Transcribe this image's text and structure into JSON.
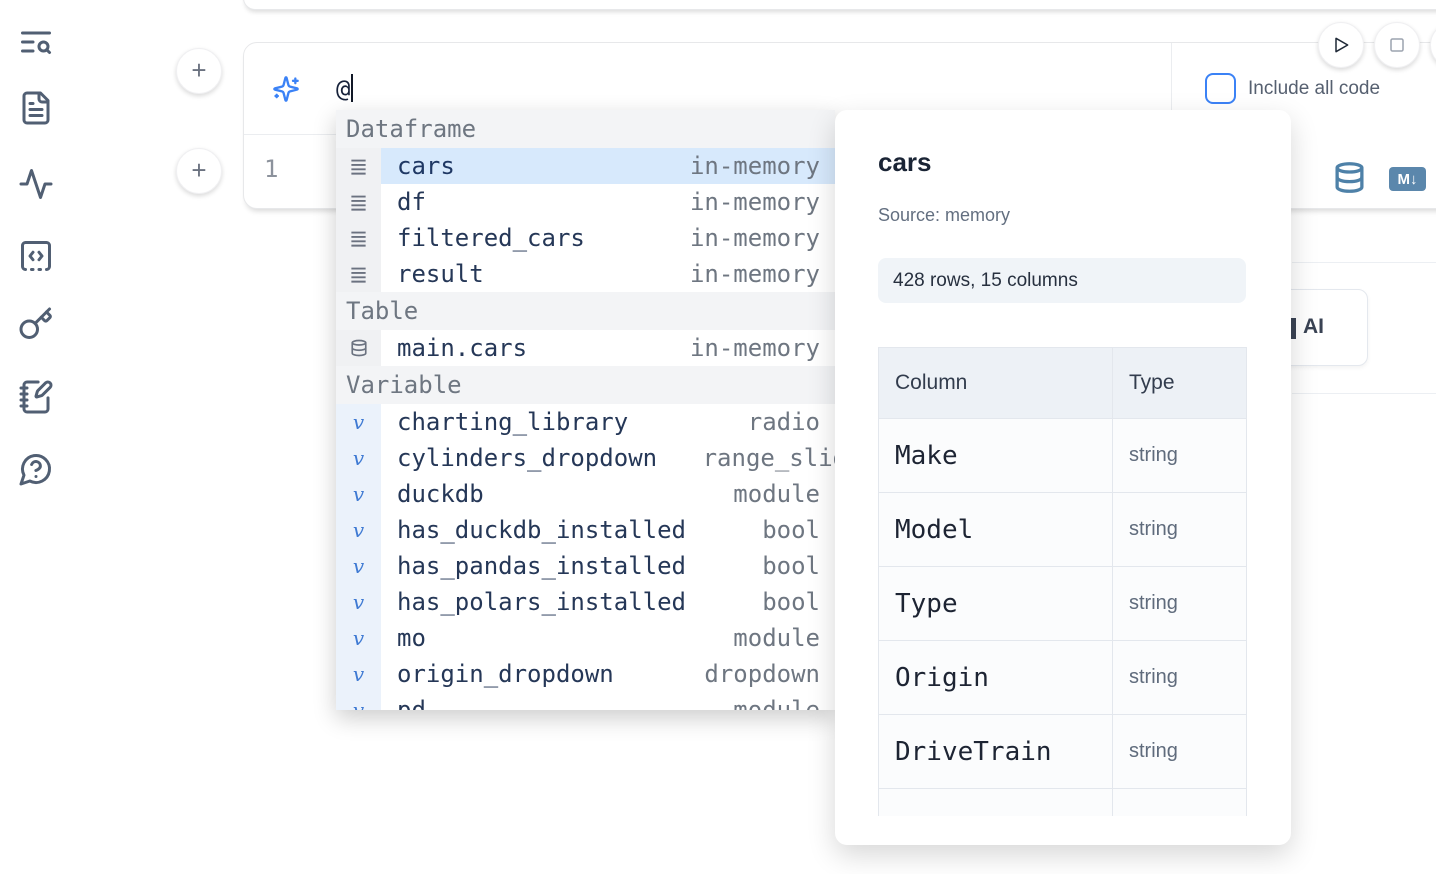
{
  "colors": {
    "accent_blue": "#3b82f6",
    "selection_bg": "#d7e9fc",
    "steel_blue_icon": "#5b87ac",
    "sidebar_icon": "#515f73",
    "section_header_bg": "#f3f4f6",
    "popup_badge_bg": "#f0f4f8"
  },
  "sidebar": {
    "icons": [
      "text-search-icon",
      "file-text-icon",
      "activity-icon",
      "code-snippets-icon",
      "key-icon",
      "scratchpad-icon",
      "help-chat-icon"
    ]
  },
  "run_controls": {
    "run_icon": "play-icon",
    "stop_icon": "stop-icon"
  },
  "add_buttons": {
    "label": "+"
  },
  "ai_input": {
    "value": "@",
    "icon": "sparkles-icon",
    "include_all_code_label": "Include all code",
    "include_all_code_checked": false
  },
  "editor": {
    "line_number": "1",
    "toolbar_icons": [
      "database-icon",
      "markdown-icon"
    ],
    "markdown_badge": "M↓"
  },
  "background_button": {
    "visible_label": "AI"
  },
  "autocomplete": {
    "sections": [
      {
        "label": "Dataframe",
        "icon": "rows",
        "items": [
          {
            "name": "cars",
            "type": "in-memory",
            "selected": true
          },
          {
            "name": "df",
            "type": "in-memory"
          },
          {
            "name": "filtered_cars",
            "type": "in-memory"
          },
          {
            "name": "result",
            "type": "in-memory"
          }
        ]
      },
      {
        "label": "Table",
        "icon": "database",
        "items": [
          {
            "name": "main.cars",
            "type": "in-memory"
          }
        ]
      },
      {
        "label": "Variable",
        "icon": "variable",
        "items": [
          {
            "name": "charting_library",
            "type": "radio"
          },
          {
            "name": "cylinders_dropdown",
            "type": "range_slider",
            "overflow_right": true
          },
          {
            "name": "duckdb",
            "type": "module"
          },
          {
            "name": "has_duckdb_installed",
            "type": "bool"
          },
          {
            "name": "has_pandas_installed",
            "type": "bool"
          },
          {
            "name": "has_polars_installed",
            "type": "bool"
          },
          {
            "name": "mo",
            "type": "module"
          },
          {
            "name": "origin_dropdown",
            "type": "dropdown"
          },
          {
            "name": "pd",
            "type": "module"
          }
        ]
      }
    ]
  },
  "preview": {
    "title": "cars",
    "source": "Source: memory",
    "shape_badge": "428 rows, 15 columns",
    "table": {
      "headers": [
        "Column",
        "Type"
      ],
      "rows": [
        [
          "Make",
          "string"
        ],
        [
          "Model",
          "string"
        ],
        [
          "Type",
          "string"
        ],
        [
          "Origin",
          "string"
        ],
        [
          "DriveTrain",
          "string"
        ],
        [
          "",
          ""
        ]
      ]
    }
  }
}
